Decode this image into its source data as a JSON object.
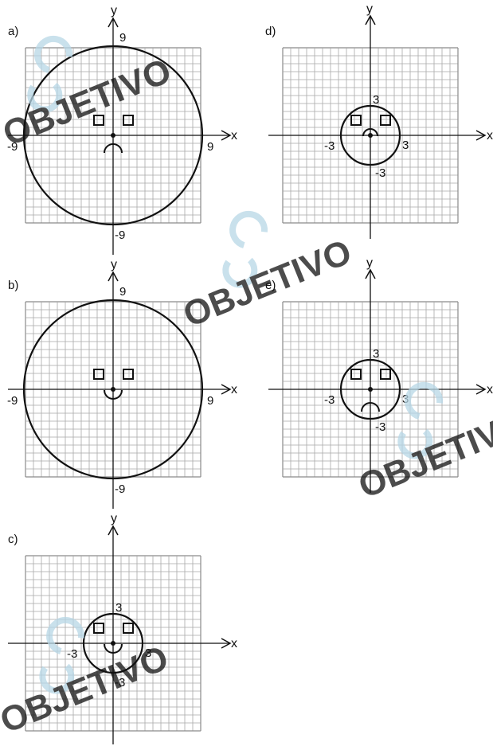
{
  "axis_labels": {
    "x": "x",
    "y": "y"
  },
  "panels": [
    {
      "id": "a",
      "label": "a)",
      "tick_pos_x": "9",
      "tick_neg_x": "-9",
      "tick_pos_y": "9",
      "tick_neg_y": "-9",
      "radius": 9,
      "mouth": "frown"
    },
    {
      "id": "b",
      "label": "b)",
      "tick_pos_x": "9",
      "tick_neg_x": "-9",
      "tick_pos_y": "9",
      "tick_neg_y": "-9",
      "radius": 9,
      "mouth": "smile"
    },
    {
      "id": "c",
      "label": "c)",
      "tick_pos_x": "3",
      "tick_neg_x": "-3",
      "tick_pos_y": "3",
      "tick_neg_y": "-3",
      "radius": 3,
      "mouth": "smile"
    },
    {
      "id": "d",
      "label": "d)",
      "tick_pos_x": "3",
      "tick_neg_x": "-3",
      "tick_pos_y": "3",
      "tick_neg_y": "-3",
      "radius": 3,
      "mouth": "frown"
    },
    {
      "id": "e",
      "label": "e)",
      "tick_pos_x": "3",
      "tick_neg_x": "-3",
      "tick_pos_y": "3",
      "tick_neg_y": "-3",
      "radius": 3,
      "mouth": "frown"
    }
  ],
  "watermark": {
    "text": "OBJETIVO",
    "color": "#b7d7e6"
  }
}
